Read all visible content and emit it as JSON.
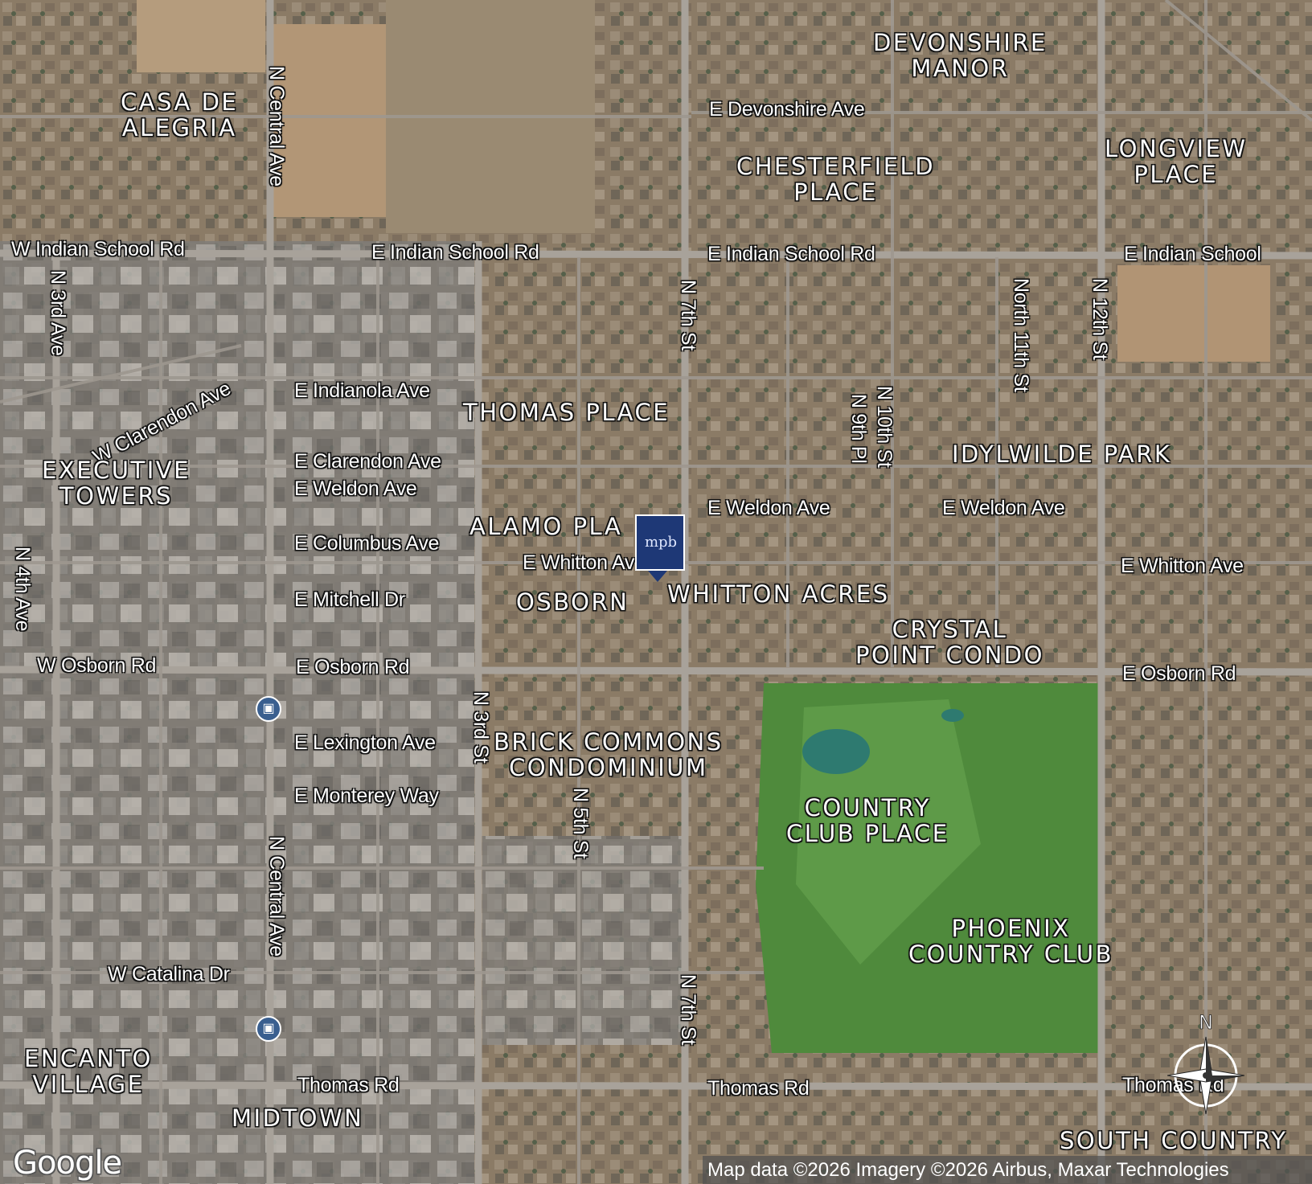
{
  "map": {
    "attribution": "Map data ©2026 Imagery ©2026 Airbus, Maxar Technologies",
    "logo": "Google",
    "north_label": "N",
    "compass_icon": "compass-rose-icon",
    "transit_icon": "bus-station-icon",
    "colors": {
      "marker": "#1e3876",
      "golf_course": "#4f8a3c",
      "terrain": "#8c7a62",
      "road": "#a8a29a"
    },
    "marker": {
      "logo_text": "mpb"
    },
    "streets": {
      "n_central_ave_north": "N Central Ave",
      "n_central_ave_south": "N Central Ave",
      "w_indian_school": "W Indian School Rd",
      "e_indian_school_1": "E Indian School Rd",
      "e_indian_school_2": "E Indian School Rd",
      "e_indian_school_3": "E Indian School",
      "e_devonshire": "E Devonshire Ave",
      "n_3rd_ave": "N 3rd Ave",
      "n_7th_st_north": "N 7th St",
      "n_7th_st_south": "N 7th St",
      "north_11th_st": "North 11th St",
      "n_12th_st": "N 12th St",
      "n_9th_pl": "N 9th Pl",
      "n_10th_st": "N 10th St",
      "e_indianola": "E Indianola Ave",
      "w_clarendon": "W Clarendon Ave",
      "e_clarendon": "E Clarendon Ave",
      "e_weldon_1": "E Weldon Ave",
      "e_weldon_2": "E Weldon Ave",
      "e_weldon_3": "E Weldon Ave",
      "e_columbus": "E Columbus Ave",
      "e_whitton_1": "E Whitton Av",
      "e_whitton_2": "E Whitton Ave",
      "e_mitchell": "E Mitchell Dr",
      "n_4th_ave": "N 4th Ave",
      "w_osborn": "W Osborn Rd",
      "e_osborn_1": "E Osborn Rd",
      "e_osborn_2": "E Osborn Rd",
      "e_lexington": "E Lexington Ave",
      "n_3rd_st": "N 3rd St",
      "e_monterey": "E Monterey Way",
      "n_5th_st": "N 5th St",
      "w_catalina": "W Catalina Dr",
      "thomas_rd_1": "Thomas Rd",
      "thomas_rd_2": "Thomas Rd",
      "thomas_rd_3": "Thomas Rd"
    },
    "neighborhoods": {
      "casa_de_alegria": "CASA DE\nALEGRIA",
      "devonshire_manor": "DEVONSHIRE\nMANOR",
      "chesterfield_place": "CHESTERFIELD\nPLACE",
      "longview_place": "LONGVIEW\nPLACE",
      "thomas_place": "THOMAS PLACE",
      "idylwilde_park": "IDYLWILDE PARK",
      "executive_towers": "EXECUTIVE\nTOWERS",
      "alamo_place": "ALAMO PLA",
      "osborn": "OSBORN",
      "whitton_acres": "WHITTON ACRES",
      "crystal_point_condo": "CRYSTAL\nPOINT CONDO",
      "brick_commons": "BRICK COMMONS\nCONDOMINIUM",
      "country_club_place": "COUNTRY\nCLUB PLACE",
      "phoenix_country_club": "PHOENIX\nCOUNTRY CLUB",
      "encanto_village": "ENCANTO\nVILLAGE",
      "midtown": "MIDTOWN",
      "south_country": "SOUTH COUNTRY"
    }
  }
}
